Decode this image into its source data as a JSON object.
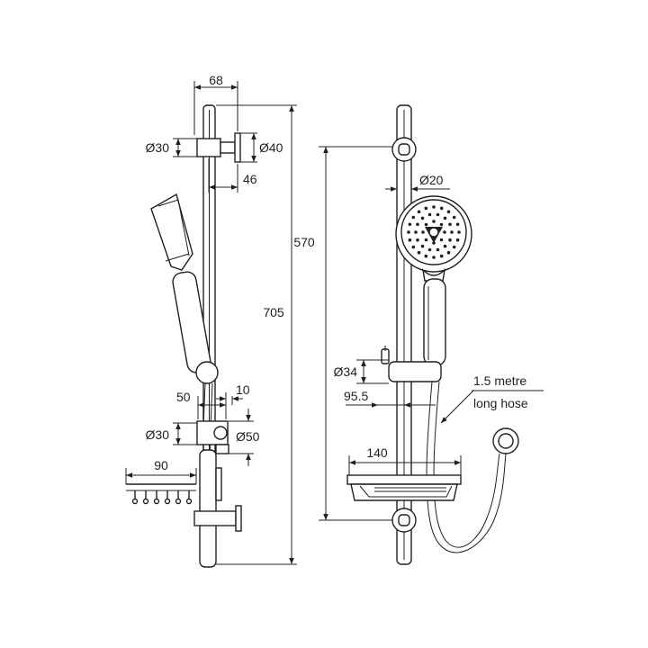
{
  "diagram": {
    "labels": {
      "d68": "68",
      "d30_top": "Ø30",
      "d40": "Ø40",
      "d46": "46",
      "d705": "705",
      "d50": "50",
      "d10": "10",
      "d30_low": "Ø30",
      "d50_dia": "Ø50",
      "d90": "90",
      "d570": "570",
      "d20": "Ø20",
      "d34": "Ø34",
      "d95_5": "95.5",
      "d140": "140",
      "hose_line1": "1.5 metre",
      "hose_line2": "long hose"
    }
  }
}
